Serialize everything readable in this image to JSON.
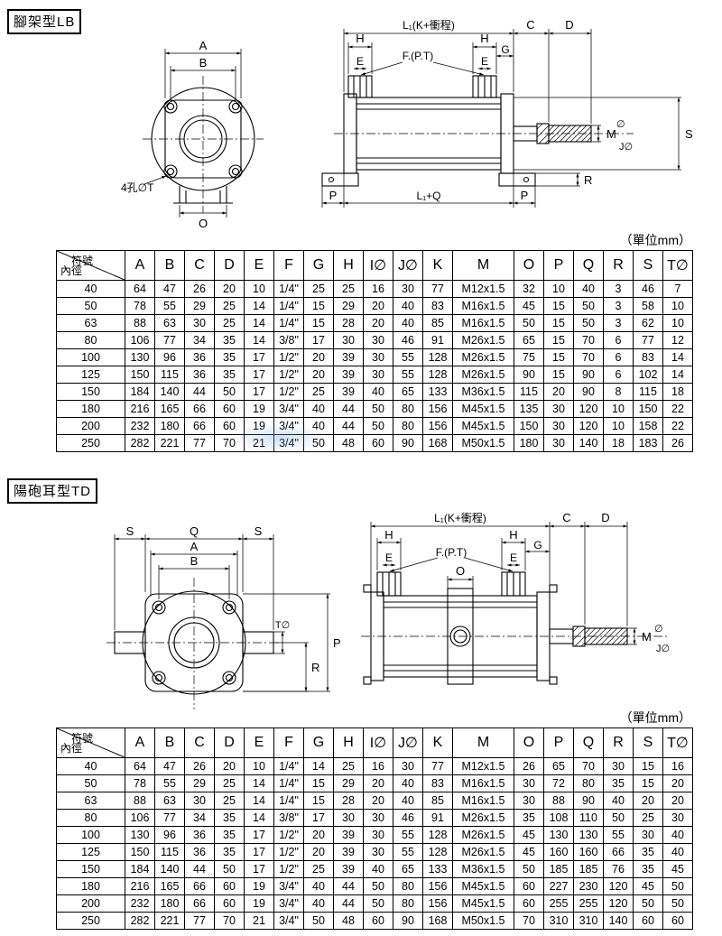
{
  "unit_note": "（單位mm）",
  "sections": [
    {
      "title": "腳架型LB",
      "drawing": {
        "a": "A",
        "b": "B",
        "o": "O",
        "holes": "4孔∅T",
        "l1": "L₁(K+衝程)",
        "c": "C",
        "d": "D",
        "h": "H",
        "g": "G",
        "e": "E",
        "f": "F.(P.T)",
        "m": "M",
        "dia": "∅",
        "j": "J∅",
        "s": "S",
        "p": "P",
        "l1q": "L₁+Q",
        "r": "R"
      },
      "table": {
        "corner_top": "符號",
        "corner_bottom": "內徑",
        "columns": [
          "A",
          "B",
          "C",
          "D",
          "E",
          "F",
          "G",
          "H",
          "I∅",
          "J∅",
          "K",
          "M",
          "O",
          "P",
          "Q",
          "R",
          "S",
          "T∅"
        ],
        "rows": [
          [
            "40",
            "64",
            "47",
            "26",
            "20",
            "10",
            "1/4\"",
            "25",
            "25",
            "16",
            "30",
            "77",
            "M12x1.5",
            "32",
            "10",
            "40",
            "3",
            "46",
            "7"
          ],
          [
            "50",
            "78",
            "55",
            "29",
            "25",
            "14",
            "1/4\"",
            "15",
            "29",
            "20",
            "40",
            "83",
            "M16x1.5",
            "45",
            "15",
            "50",
            "3",
            "58",
            "10"
          ],
          [
            "63",
            "88",
            "63",
            "30",
            "25",
            "14",
            "1/4\"",
            "15",
            "28",
            "20",
            "40",
            "85",
            "M16x1.5",
            "50",
            "15",
            "50",
            "3",
            "62",
            "10"
          ],
          [
            "80",
            "106",
            "77",
            "34",
            "35",
            "14",
            "3/8\"",
            "17",
            "30",
            "30",
            "46",
            "91",
            "M26x1.5",
            "65",
            "15",
            "70",
            "6",
            "77",
            "12"
          ],
          [
            "100",
            "130",
            "96",
            "36",
            "35",
            "17",
            "1/2\"",
            "20",
            "39",
            "30",
            "55",
            "128",
            "M26x1.5",
            "75",
            "15",
            "70",
            "6",
            "83",
            "14"
          ],
          [
            "125",
            "150",
            "115",
            "36",
            "35",
            "17",
            "1/2\"",
            "20",
            "39",
            "30",
            "55",
            "128",
            "M26x1.5",
            "90",
            "15",
            "90",
            "6",
            "102",
            "14"
          ],
          [
            "150",
            "184",
            "140",
            "44",
            "50",
            "17",
            "1/2\"",
            "25",
            "39",
            "40",
            "65",
            "133",
            "M36x1.5",
            "115",
            "20",
            "90",
            "8",
            "115",
            "18"
          ],
          [
            "180",
            "216",
            "165",
            "66",
            "60",
            "19",
            "3/4\"",
            "40",
            "44",
            "50",
            "80",
            "156",
            "M45x1.5",
            "135",
            "30",
            "120",
            "10",
            "150",
            "22"
          ],
          [
            "200",
            "232",
            "180",
            "66",
            "60",
            "19",
            "3/4\"",
            "40",
            "44",
            "50",
            "80",
            "156",
            "M45x1.5",
            "150",
            "30",
            "120",
            "10",
            "158",
            "22"
          ],
          [
            "250",
            "282",
            "221",
            "77",
            "70",
            "21",
            "3/4\"",
            "50",
            "48",
            "60",
            "90",
            "168",
            "M50x1.5",
            "180",
            "30",
            "140",
            "18",
            "183",
            "26"
          ]
        ]
      }
    },
    {
      "title": "陽砲耳型TD",
      "drawing": {
        "s": "S",
        "q": "Q",
        "a": "A",
        "b": "B",
        "t": "T∅",
        "r": "R",
        "p": "P",
        "l1": "L₁(K+衝程)",
        "c": "C",
        "d": "D",
        "h": "H",
        "g": "G",
        "e": "E",
        "f": "F.(P.T)",
        "o": "O",
        "m": "M",
        "dia": "∅",
        "j": "J∅"
      },
      "table": {
        "corner_top": "符號",
        "corner_bottom": "內徑",
        "columns": [
          "A",
          "B",
          "C",
          "D",
          "E",
          "F",
          "G",
          "H",
          "I∅",
          "J∅",
          "K",
          "M",
          "O",
          "P",
          "Q",
          "R",
          "S",
          "T∅"
        ],
        "rows": [
          [
            "40",
            "64",
            "47",
            "26",
            "20",
            "10",
            "1/4\"",
            "14",
            "25",
            "16",
            "30",
            "77",
            "M12x1.5",
            "26",
            "65",
            "70",
            "30",
            "15",
            "16"
          ],
          [
            "50",
            "78",
            "55",
            "29",
            "25",
            "14",
            "1/4\"",
            "15",
            "29",
            "20",
            "40",
            "83",
            "M16x1.5",
            "30",
            "72",
            "80",
            "35",
            "15",
            "20"
          ],
          [
            "63",
            "88",
            "63",
            "30",
            "25",
            "14",
            "1/4\"",
            "15",
            "28",
            "20",
            "40",
            "85",
            "M16x1.5",
            "30",
            "88",
            "90",
            "40",
            "20",
            "20"
          ],
          [
            "80",
            "106",
            "77",
            "34",
            "35",
            "14",
            "3/8\"",
            "17",
            "30",
            "30",
            "46",
            "91",
            "M26x1.5",
            "35",
            "108",
            "110",
            "50",
            "25",
            "30"
          ],
          [
            "100",
            "130",
            "96",
            "36",
            "35",
            "17",
            "1/2\"",
            "20",
            "39",
            "30",
            "55",
            "128",
            "M26x1.5",
            "45",
            "130",
            "130",
            "55",
            "30",
            "40"
          ],
          [
            "125",
            "150",
            "115",
            "36",
            "35",
            "17",
            "1/2\"",
            "20",
            "39",
            "30",
            "55",
            "128",
            "M26x1.5",
            "45",
            "160",
            "160",
            "66",
            "35",
            "40"
          ],
          [
            "150",
            "184",
            "140",
            "44",
            "50",
            "17",
            "1/2\"",
            "25",
            "39",
            "40",
            "65",
            "133",
            "M36x1.5",
            "50",
            "185",
            "185",
            "76",
            "35",
            "45"
          ],
          [
            "180",
            "216",
            "165",
            "66",
            "60",
            "19",
            "3/4\"",
            "40",
            "44",
            "50",
            "80",
            "156",
            "M45x1.5",
            "60",
            "227",
            "230",
            "120",
            "45",
            "50"
          ],
          [
            "200",
            "232",
            "180",
            "66",
            "60",
            "19",
            "3/4\"",
            "40",
            "44",
            "50",
            "80",
            "156",
            "M45x1.5",
            "60",
            "255",
            "255",
            "120",
            "50",
            "50"
          ],
          [
            "250",
            "282",
            "221",
            "77",
            "70",
            "21",
            "3/4\"",
            "50",
            "48",
            "60",
            "90",
            "168",
            "M50x1.5",
            "70",
            "310",
            "310",
            "140",
            "60",
            "60"
          ]
        ]
      }
    }
  ]
}
